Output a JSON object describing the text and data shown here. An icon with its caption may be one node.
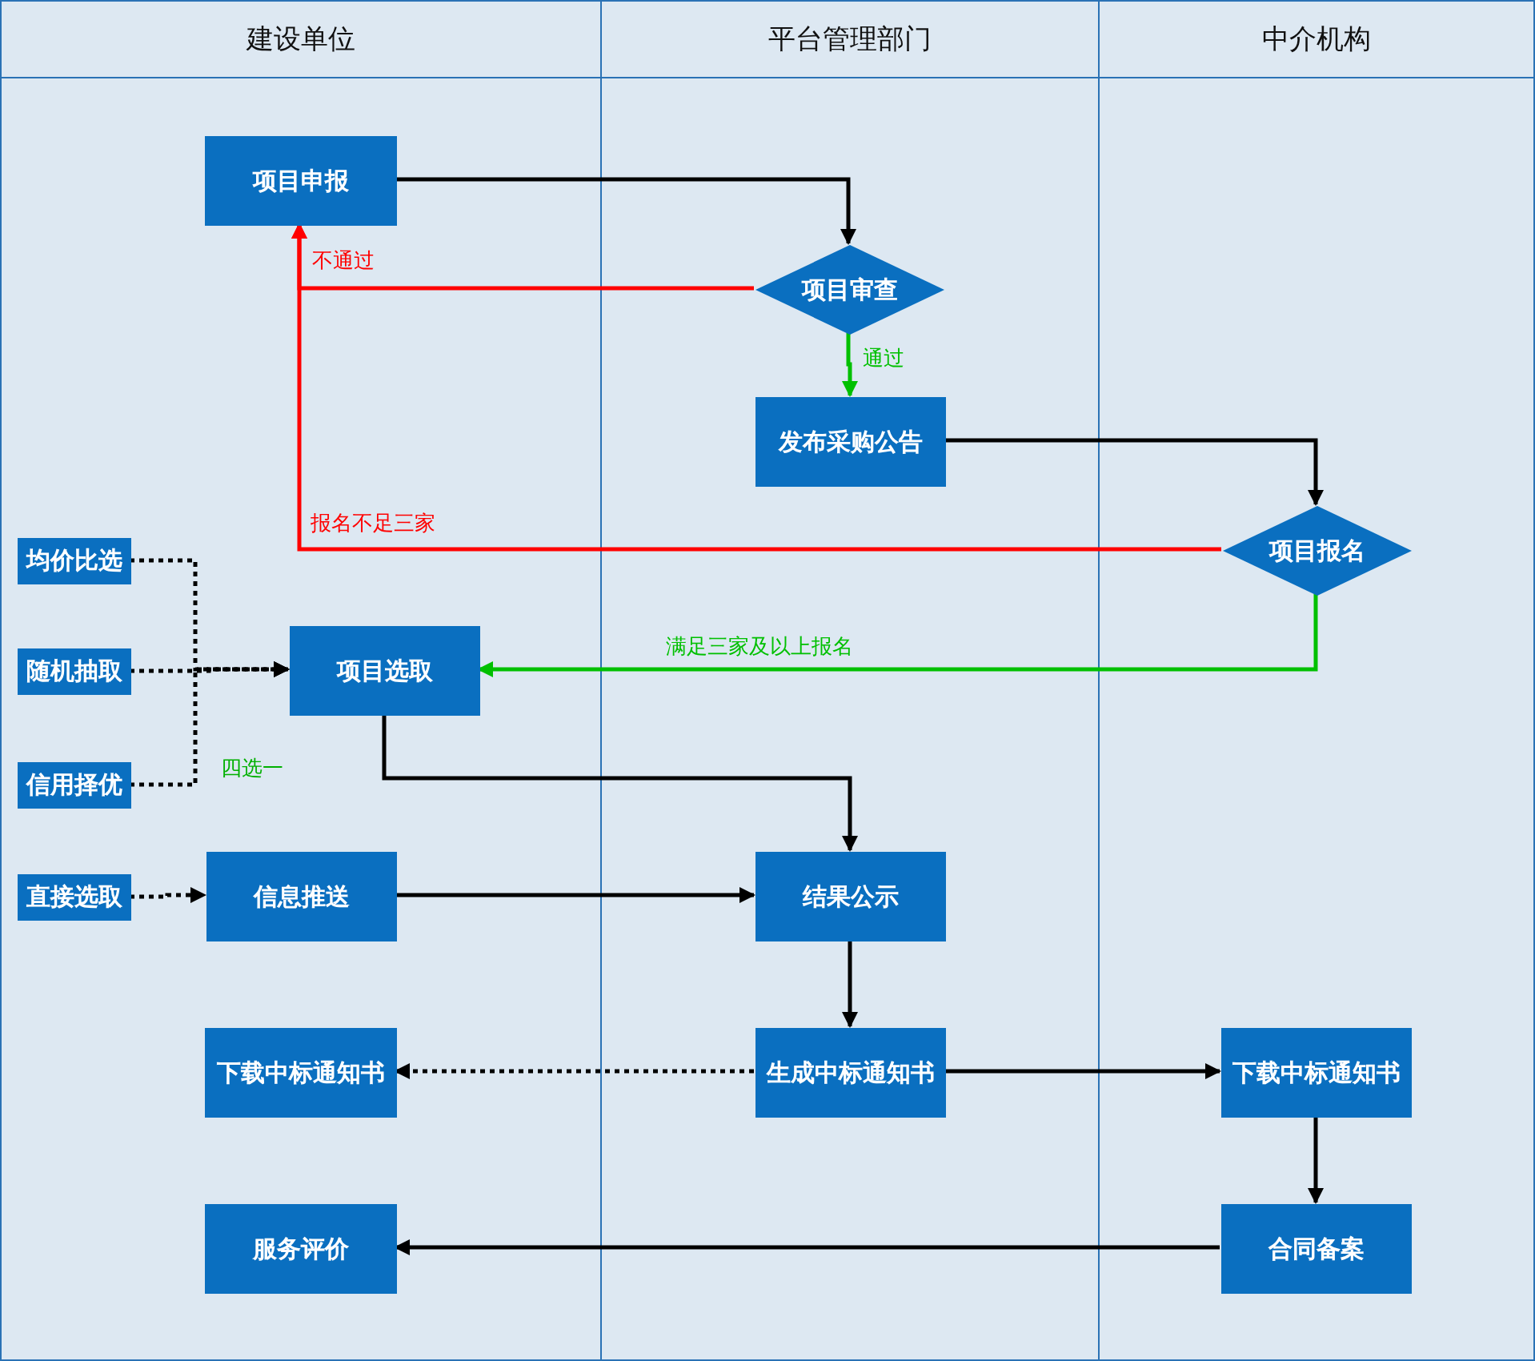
{
  "diagram": {
    "nodes": [
      {
        "text": [
          "建设单位"
        ]
      },
      {
        "text": [
          "平台管理部门"
        ]
      },
      {
        "text": [
          "中介机构"
        ]
      },
      {
        "text": [
          "项目申报"
        ],
        "in": 0
      },
      {
        "text": [
          "项目审查"
        ],
        "in": 1
      },
      {
        "text": [
          "发布采购公告"
        ],
        "in": 1
      },
      {
        "text": [
          "项目报名"
        ],
        "in": 2
      },
      {
        "text": [
          "均价比选"
        ],
        "in": 0
      },
      {
        "text": [
          "随机抽取"
        ],
        "in": 0
      },
      {
        "text": [
          "信用择优"
        ],
        "in": 0
      },
      {
        "text": [
          "项目选取"
        ],
        "in": 0
      },
      {
        "text": [
          "直接选取"
        ],
        "in": 0
      },
      {
        "text": [
          "信息推送"
        ],
        "in": 0
      },
      {
        "text": [
          "结果公示"
        ],
        "in": 1
      },
      {
        "text": [
          "下载中标通知书"
        ],
        "in": 0
      },
      {
        "text": [
          "生成中标通知书"
        ],
        "in": 1
      },
      {
        "text": [
          "下载中标通知书"
        ],
        "in": 2
      },
      {
        "text": [
          "服务评价"
        ],
        "in": 0
      },
      {
        "text": [
          "合同备案"
        ],
        "in": 2
      }
    ],
    "edges": [
      {
        "from": 3,
        "to": 4,
        "arrow": "to"
      },
      {
        "from": 4,
        "to": 3,
        "arrow": "to",
        "label": "不通过",
        "color": "#ff0000"
      },
      {
        "from": 4,
        "to": 5,
        "arrow": "to",
        "label": "通过",
        "color": "#00c000"
      },
      {
        "from": 5,
        "to": 6,
        "arrow": "to"
      },
      {
        "from": 6,
        "to": 3,
        "arrow": "to",
        "label": "报名不足三家",
        "color": "#ff0000"
      },
      {
        "from": 6,
        "to": 10,
        "arrow": "to",
        "label": "满足三家及以上报名",
        "color": "#00c000"
      },
      {
        "from": 7,
        "to": 10,
        "arrow": "to",
        "style": "dashed"
      },
      {
        "from": 8,
        "to": 10,
        "arrow": "to",
        "style": "dashed"
      },
      {
        "from": 9,
        "to": 10,
        "arrow": "to",
        "style": "dashed"
      },
      {
        "from": 11,
        "to": 12,
        "arrow": "to",
        "style": "dashed"
      },
      {
        "from": 10,
        "to": 13,
        "arrow": "to"
      },
      {
        "from": 12,
        "to": 13,
        "arrow": "to"
      },
      {
        "from": 13,
        "to": 15,
        "arrow": "to"
      },
      {
        "from": 15,
        "to": 14,
        "arrow": "to",
        "style": "dashed"
      },
      {
        "from": 15,
        "to": 16,
        "arrow": "to"
      },
      {
        "from": 16,
        "to": 18,
        "arrow": "to"
      },
      {
        "from": 18,
        "to": 17,
        "arrow": "to"
      }
    ],
    "labels": [
      "四选一"
    ]
  }
}
